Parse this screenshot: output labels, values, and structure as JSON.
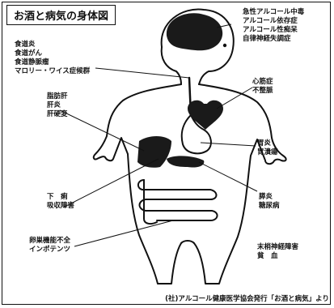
{
  "title": "お酒と病気の身体図",
  "labels": {
    "brain": [
      "急性アルコール中毒",
      "アルコール依存症",
      "アルコール性痴呆",
      "自律神経失調症"
    ],
    "esophagus": [
      "食道炎",
      "食道がん",
      "食道静脈瘤",
      "マロリー・ワイス症候群"
    ],
    "liver": [
      "脂肪肝",
      "肝炎",
      "肝硬変"
    ],
    "heart": [
      "心筋症",
      "不整脈"
    ],
    "stomach": [
      "胃炎",
      "胃潰瘍"
    ],
    "intestine": [
      "下　痢",
      "吸収障害"
    ],
    "pancreas": [
      "膵炎",
      "糖尿病"
    ],
    "reproductive": [
      "卵巣機能不全",
      "インポテンツ"
    ],
    "nerves": [
      "末梢神経障害",
      "貧　血"
    ]
  },
  "credit": "(社)アルコール健康医学協会発行「お酒と病気」より",
  "colors": {
    "ink": "#111111",
    "organ": "#1a1a1a",
    "bg": "#ffffff"
  }
}
